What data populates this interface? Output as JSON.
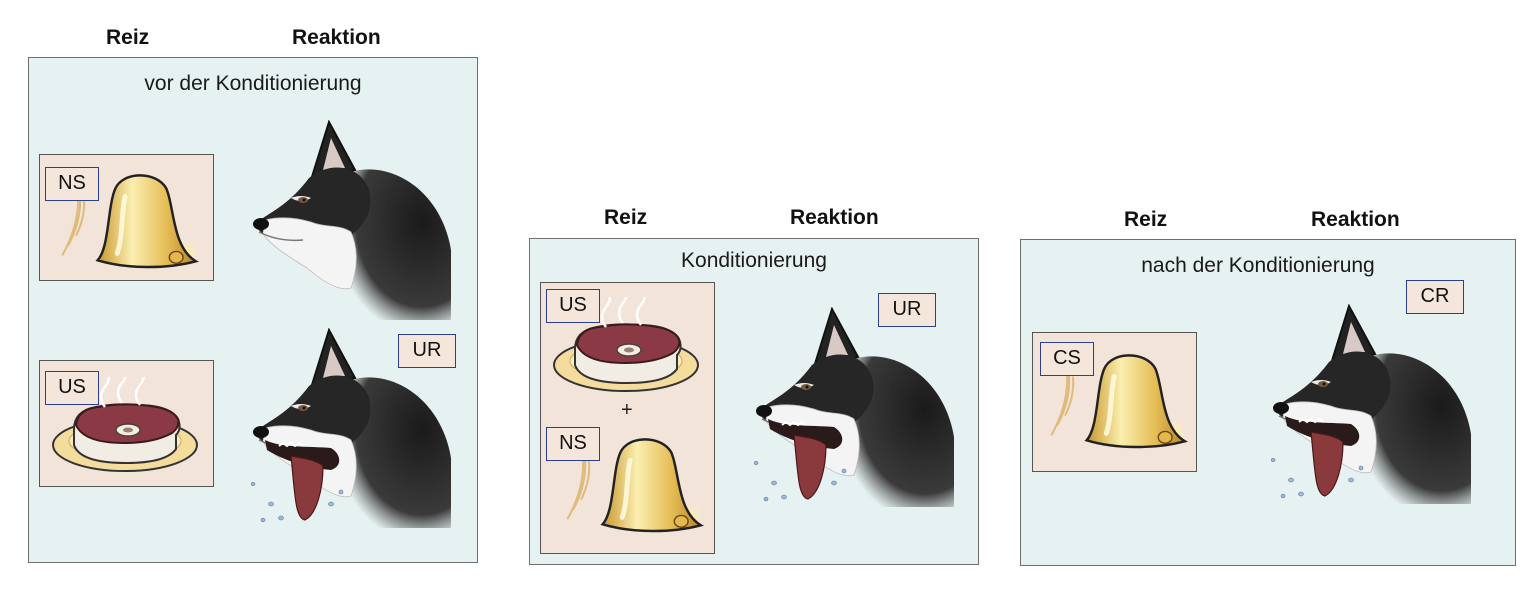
{
  "stages": [
    {
      "header_stimulus": "Reiz",
      "header_response": "Reaktion",
      "title": "vor der Konditionierung",
      "labels": {
        "top_stimulus": "NS",
        "bottom_stimulus": "US",
        "response": "UR"
      }
    },
    {
      "header_stimulus": "Reiz",
      "header_response": "Reaktion",
      "title": "Konditionierung",
      "labels": {
        "top_stimulus": "US",
        "plus": "+",
        "bottom_stimulus": "NS",
        "response": "UR"
      }
    },
    {
      "header_stimulus": "Reiz",
      "header_response": "Reaktion",
      "title": "nach der Konditionierung",
      "labels": {
        "stimulus": "CS",
        "response": "CR"
      }
    }
  ],
  "icons": {
    "bell": "bell-icon",
    "steak": "steak-on-plate-icon",
    "dog": "husky-dog-head-icon",
    "saliva": "saliva-drops-icon"
  },
  "colors": {
    "panel_background": "#e6f1f2",
    "stimulus_background": "#f3e4da",
    "label_border": "#2b3f8c",
    "bell_gold": "#e0b64a"
  }
}
